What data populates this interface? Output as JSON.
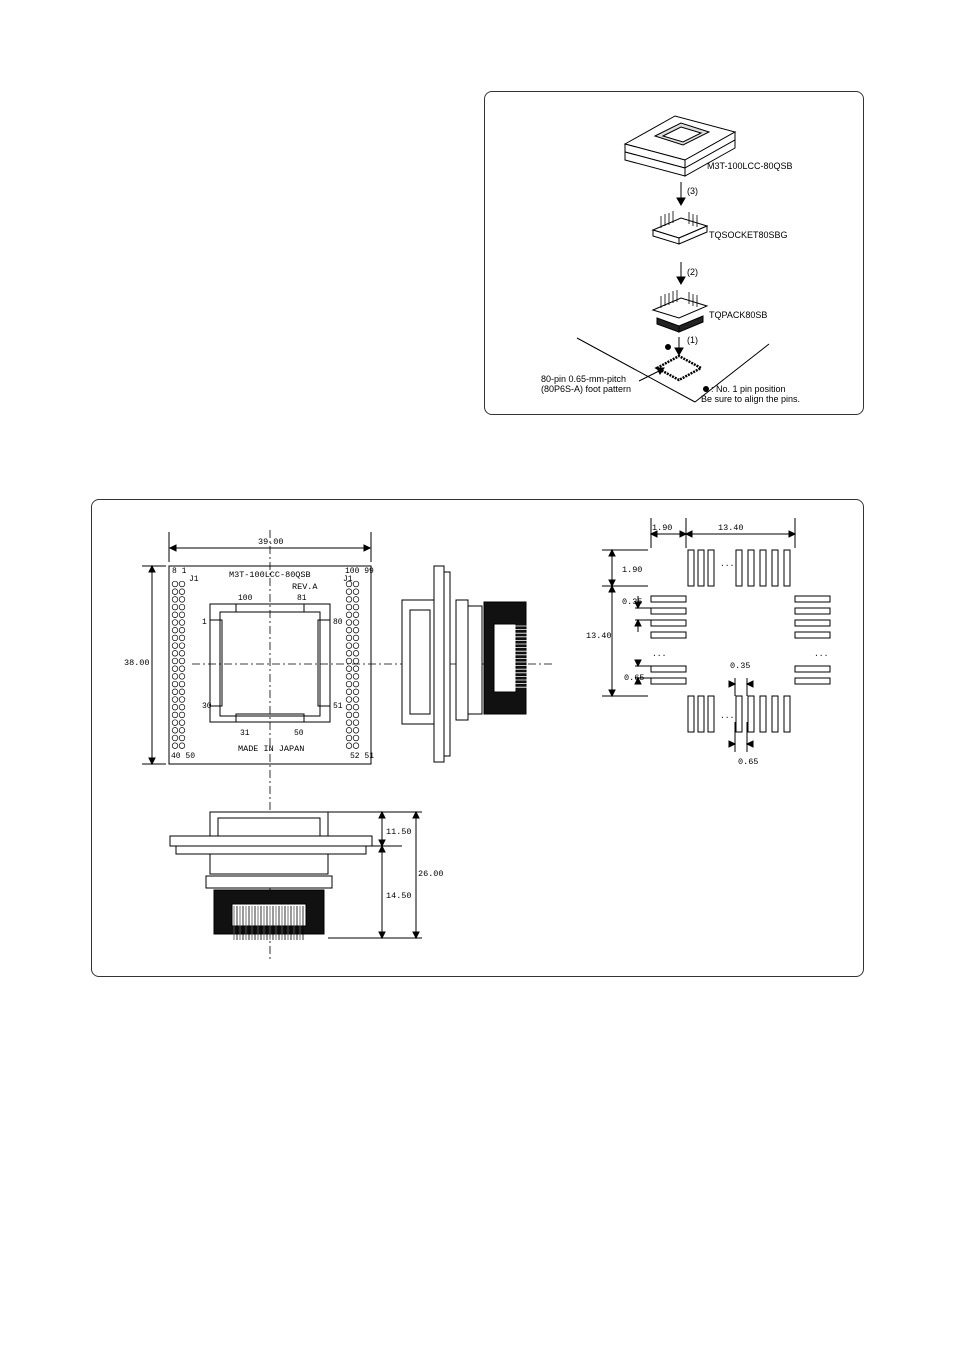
{
  "assembly": {
    "adapter_label": "M3T-100LCC-80QSB",
    "step3": "(3)",
    "socket_label": "TQSOCKET80SBG",
    "step2": "(2)",
    "pack_label": "TQPACK80SB",
    "step1": "(1)",
    "foot_pattern_line1": "80-pin 0.65-mm-pitch",
    "foot_pattern_line2": "(80P6S-A) foot pattern",
    "pin1_line1": ": No. 1 pin position",
    "pin1_line2": "Be sure to align the pins."
  },
  "dimensions": {
    "width_top": "39.00",
    "height_left": "38.00",
    "board_title": "M3T-100LCC-80QSB",
    "board_rev": "REV.A",
    "made_in": "MADE IN JAPAN",
    "j1_left": "J1",
    "j1_right": "J1",
    "corner_tl": "8 1",
    "corner_tr": "100 99",
    "corner_bl": "40 50",
    "corner_br": "52 51",
    "pin100": "100",
    "pin81": "81",
    "pin1": "1",
    "pin80": "80",
    "pin30": "30",
    "pin51": "51",
    "pin31": "31",
    "pin50": "50",
    "side_upper": "11.50",
    "side_lower": "14.50",
    "side_total": "26.00",
    "fp_top_a": "1.90",
    "fp_top_b": "13.40",
    "fp_left_a": "1.90",
    "fp_left_b": "13.40",
    "fp_w1": "0.35",
    "fp_p1": "0.65",
    "fp_w2": "0.35",
    "fp_p2": "0.65",
    "ellipsis": "..."
  }
}
